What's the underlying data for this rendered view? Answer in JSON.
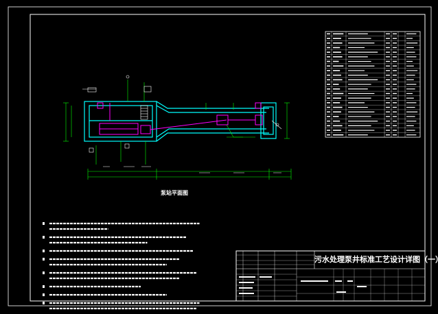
{
  "sheet": {
    "drawing_title": "污水处理泵井标准工艺设计详图（一）",
    "view_title": "泵站平面图"
  },
  "colors": {
    "background": "#000000",
    "frame": "#ffffff",
    "structure": "#00ffff",
    "pipe": "#ff00ff",
    "annotation": "#00ff00",
    "text": "#ffffff"
  },
  "notes_count": 8
}
